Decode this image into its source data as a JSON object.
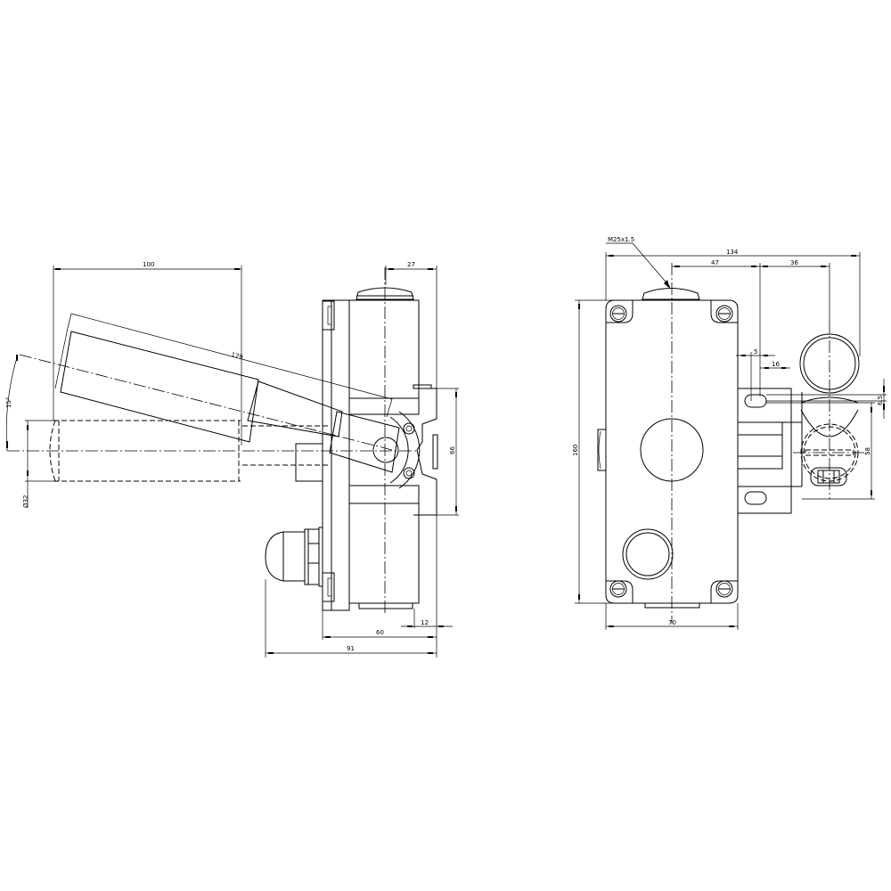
{
  "drawing": {
    "background": "#ffffff",
    "line_color": "#000000",
    "views": [
      {
        "name": "side-view",
        "dimensions": {
          "lever_length": "100",
          "lever_diag": "179",
          "angle": "15°",
          "diameter": "Ø32",
          "top_width": "27",
          "height_66": "66",
          "width_60": "60",
          "offset_12": "12",
          "overall_91": "91"
        }
      },
      {
        "name": "front-view",
        "dimensions": {
          "thread": "M25x1.5",
          "overall_134": "134",
          "offset_47": "47",
          "offset_36": "36",
          "slot_5": "5",
          "slot_16": "16",
          "slot_6_5": "6.5",
          "height_58": "58",
          "height_160": "160",
          "width_70": "70"
        }
      }
    ]
  }
}
